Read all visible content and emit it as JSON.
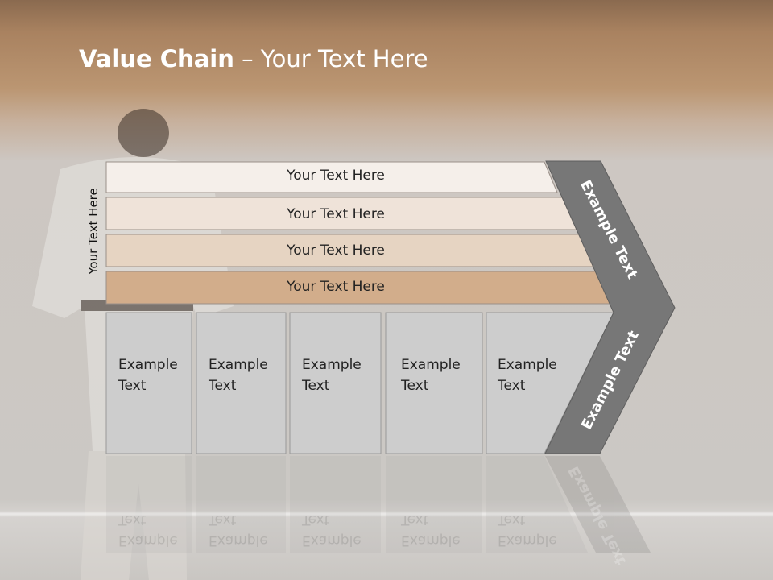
{
  "title": {
    "bold": "Value Chain",
    "rest": " – Your Text Here"
  },
  "side_label": "Your Text Here",
  "bands": [
    "Your Text Here",
    "Your Text Here",
    "Your Text Here",
    "Your Text Here"
  ],
  "boxes": [
    [
      "Example",
      "Text"
    ],
    [
      "Example",
      "Text"
    ],
    [
      "Example",
      "Text"
    ],
    [
      "Example",
      "Text"
    ],
    [
      "Example",
      "Text"
    ]
  ],
  "arrow": {
    "upper": "Example Text",
    "lower": "Example Text"
  },
  "colors": {
    "band_fills": [
      "#f5efea",
      "#efe3d9",
      "#e6d4c2",
      "#d2ad8b"
    ],
    "box_fill": "#cdcdcd",
    "arrow_fill": "#777777"
  }
}
